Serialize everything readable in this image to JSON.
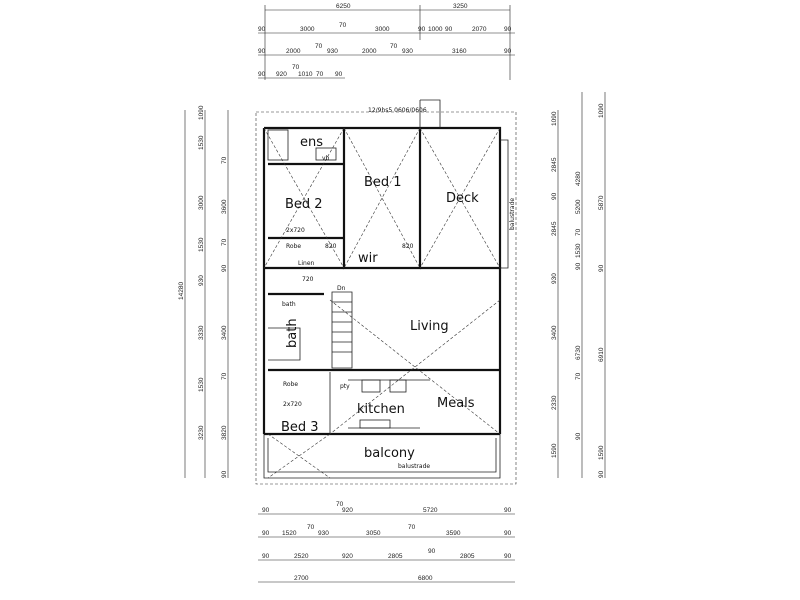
{
  "rooms": {
    "ens": "ens",
    "bed1": "Bed 1",
    "bed2": "Bed 2",
    "deck": "Deck",
    "wir": "wir",
    "living": "Living",
    "kitchen": "kitchen",
    "meals": "Meals",
    "bed3": "Bed 3",
    "bath": "bath",
    "balcony": "balcony",
    "robe_upper": "Robe",
    "robe_lower": "Robe",
    "linen": "Linen",
    "pty": "pty",
    "vb": "vb"
  },
  "notes": {
    "balustrade_right": "balustrade",
    "balustrade_bottom": "balustrade",
    "door_2x720_upper": "2x720",
    "door_2x720_lower": "2x720",
    "door_820_a": "820",
    "door_820_b": "820",
    "door_720": "720",
    "window_top": "12/9hs5 0606/0606",
    "dn": "Dn"
  },
  "dims": {
    "top_row1": [
      "6250",
      "3250"
    ],
    "top_row2": [
      "90",
      "3000",
      "70",
      "3000",
      "90",
      "1000",
      "90",
      "2070",
      "90"
    ],
    "top_row3": [
      "90",
      "2000",
      "70",
      "930",
      "2000",
      "70",
      "930",
      "3160",
      "90"
    ],
    "top_row4": [
      "70",
      "90",
      "920",
      "1010",
      "70",
      "90"
    ],
    "bottom_row1": [
      "90",
      "920",
      "70",
      "5720",
      "90"
    ],
    "bottom_row2": [
      "90",
      "1520",
      "70",
      "930",
      "3050",
      "70",
      "3590",
      "90"
    ],
    "bottom_row3": [
      "90",
      "2520",
      "920",
      "2805",
      "90",
      "2805",
      "90"
    ],
    "bottom_row4": [
      "2700",
      "6800"
    ],
    "left_outer": "14280",
    "left_mid": [
      "1090",
      "1530",
      "3000",
      "1530",
      "930",
      "3330",
      "1530",
      "3230"
    ],
    "left_inner": [
      "70",
      "3600",
      "70",
      "90",
      "3400",
      "70",
      "3820",
      "90"
    ],
    "right_inner": [
      "1090",
      "2845",
      "90",
      "2845",
      "930",
      "3400",
      "2330",
      "1590"
    ],
    "right_mid": [
      "4280",
      "5200",
      "70",
      "1530",
      "90",
      "6730",
      "70",
      "90"
    ],
    "right_outer": [
      "1090",
      "5870",
      "90",
      "6910",
      "1590",
      "90"
    ]
  }
}
